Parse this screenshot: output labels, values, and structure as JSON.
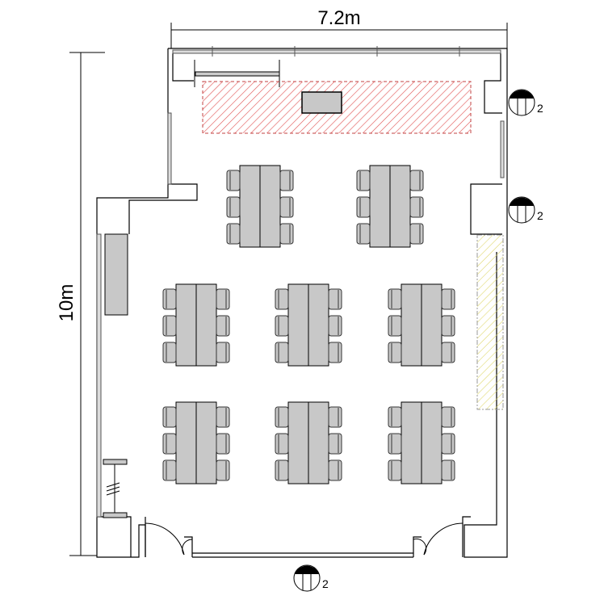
{
  "dimensions": {
    "width_label": "7.2m",
    "depth_label": "10m"
  },
  "outlets": [
    {
      "label": "2"
    },
    {
      "label": "2"
    },
    {
      "label": "2"
    }
  ],
  "furniture": {
    "table_groups": 8,
    "chairs_per_group": 6,
    "table_color": "#c8c8c8",
    "stage_area_color": "#e03030",
    "side_area_color": "#e8e080"
  }
}
